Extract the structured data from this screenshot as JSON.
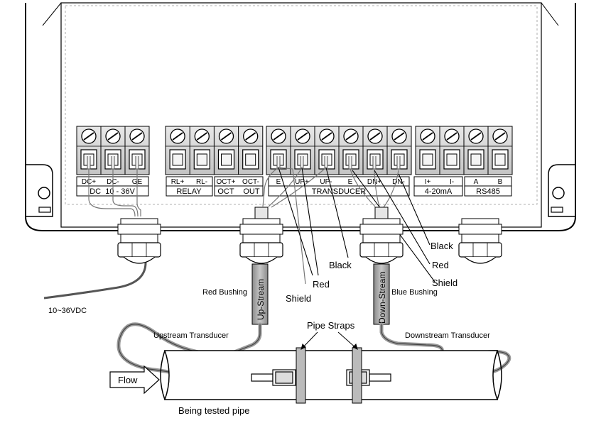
{
  "terminals": {
    "dc": [
      "DC+",
      "DC-",
      "GE"
    ],
    "relay": [
      "RL+",
      "RL-"
    ],
    "oct": [
      "OCT+",
      "OCT-"
    ],
    "transducer": [
      "E",
      "UP+",
      "UP-",
      "E",
      "DN+",
      "DN-"
    ],
    "current": [
      "I+",
      "I-"
    ],
    "rs485": [
      "A",
      "B"
    ]
  },
  "groups": {
    "dc": "DC  10 - 36V",
    "relay": "RELAY",
    "oct_left": "OCT",
    "oct_right": "OUT",
    "transducer": "TRANSDUCER",
    "current": "4-20mA",
    "rs485": "RS485"
  },
  "wire_labels": {
    "shield_left": "Shield",
    "red_left": "Red",
    "black_left": "Black",
    "black_right": "Black",
    "red_right": "Red",
    "shield_right": "Shield"
  },
  "labels": {
    "power": "10~36VDC",
    "red_bushing": "Red Bushing",
    "blue_bushing": "Blue Bushing",
    "upstream_cable": "Up-Stream",
    "downstream_cable": "Down-Stream",
    "upstream_transducer": "Upstream Transducer",
    "downstream_transducer": "Downstream Transducer",
    "pipe_straps": "Pipe Straps",
    "flow": "Flow",
    "pipe": "Being tested pipe"
  }
}
